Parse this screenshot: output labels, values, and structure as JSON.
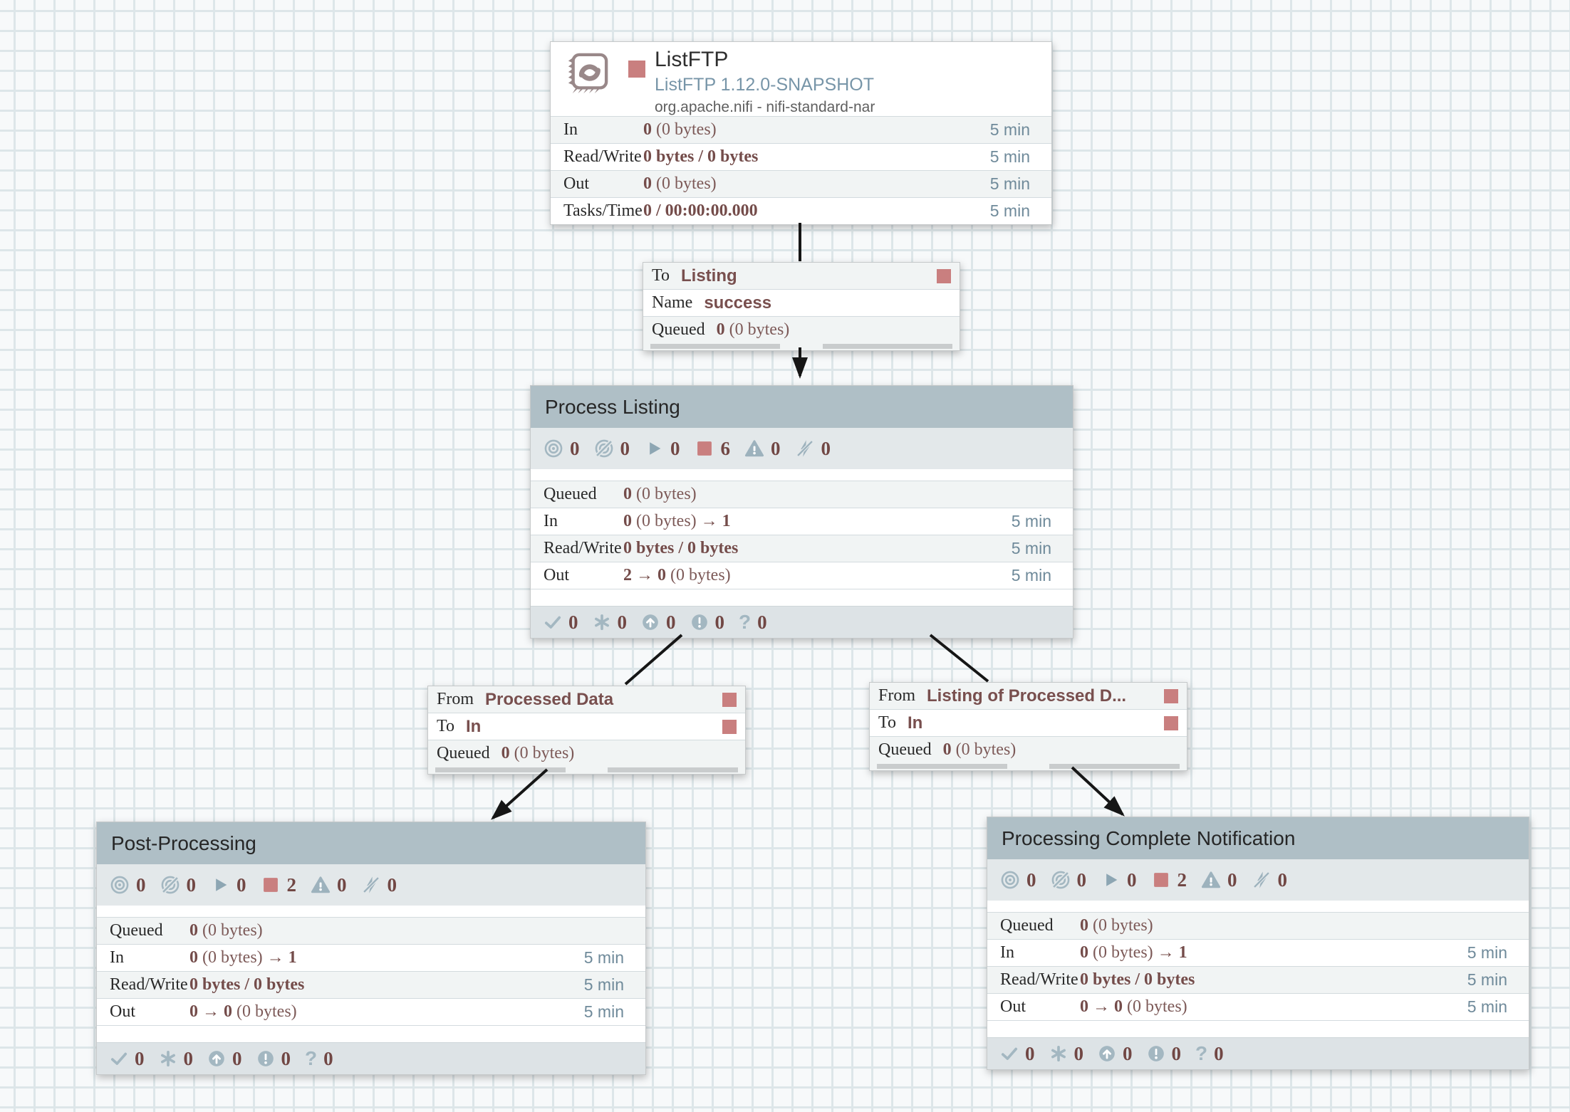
{
  "icons": {
    "question_glyph": "?"
  },
  "processor": {
    "name": "ListFTP",
    "type": "ListFTP 1.12.0-SNAPSHOT",
    "bundle": "org.apache.nifi - nifi-standard-nar",
    "stats": [
      {
        "label": "In",
        "b1": "0",
        "mid": " (0 bytes)",
        "b2": "",
        "window": "5 min"
      },
      {
        "label": "Read/Write",
        "b1": "0 bytes / 0 bytes",
        "mid": "",
        "b2": "",
        "window": "5 min"
      },
      {
        "label": "Out",
        "b1": "0",
        "mid": " (0 bytes)",
        "b2": "",
        "window": "5 min"
      },
      {
        "label": "Tasks/Time",
        "b1": "0 / 00:00:00.000",
        "mid": "",
        "b2": "",
        "window": "5 min"
      }
    ]
  },
  "connections": {
    "listing": {
      "rows": [
        {
          "label": "To",
          "name": "Listing"
        },
        {
          "label": "Name",
          "name": "success"
        }
      ],
      "queued": {
        "label": "Queued",
        "b1": "0",
        "mid": " (0 bytes)"
      }
    },
    "processed_data": {
      "rows": [
        {
          "label": "From",
          "name": "Processed Data"
        },
        {
          "label": "To",
          "name": "In"
        }
      ],
      "queued": {
        "label": "Queued",
        "b1": "0",
        "mid": " (0 bytes)"
      }
    },
    "listing_processed": {
      "rows": [
        {
          "label": "From",
          "name": "Listing of Processed D..."
        },
        {
          "label": "To",
          "name": "In"
        }
      ],
      "queued": {
        "label": "Queued",
        "b1": "0",
        "mid": " (0 bytes)"
      }
    }
  },
  "groups": {
    "process_listing": {
      "title": "Process Listing",
      "status": {
        "transmitting": "0",
        "not_transmitting": "0",
        "running": "0",
        "stopped": "6",
        "invalid": "0",
        "disabled": "0"
      },
      "stats": [
        {
          "label": "Queued",
          "b1": "0",
          "mid": " (0 bytes)",
          "b2": "",
          "window": ""
        },
        {
          "label": "In",
          "b1": "0",
          "mid": " (0 bytes) ",
          "b2": "→ 1",
          "window": "5 min"
        },
        {
          "label": "Read/Write",
          "b1": "0 bytes / 0 bytes",
          "mid": "",
          "b2": "",
          "window": "5 min"
        },
        {
          "label": "Out",
          "b1": "2 → 0",
          "mid": " (0 bytes)",
          "b2": "",
          "window": "5 min"
        }
      ],
      "versions": {
        "up_to_date": "0",
        "locally_modified": "0",
        "stale": "0",
        "locally_modified_stale": "0",
        "sync_failure": "0"
      }
    },
    "post_processing": {
      "title": "Post-Processing",
      "status": {
        "transmitting": "0",
        "not_transmitting": "0",
        "running": "0",
        "stopped": "2",
        "invalid": "0",
        "disabled": "0"
      },
      "stats": [
        {
          "label": "Queued",
          "b1": "0",
          "mid": " (0 bytes)",
          "b2": "",
          "window": ""
        },
        {
          "label": "In",
          "b1": "0",
          "mid": " (0 bytes) ",
          "b2": "→ 1",
          "window": "5 min"
        },
        {
          "label": "Read/Write",
          "b1": "0 bytes / 0 bytes",
          "mid": "",
          "b2": "",
          "window": "5 min"
        },
        {
          "label": "Out",
          "b1": "0 → 0",
          "mid": " (0 bytes)",
          "b2": "",
          "window": "5 min"
        }
      ],
      "versions": {
        "up_to_date": "0",
        "locally_modified": "0",
        "stale": "0",
        "locally_modified_stale": "0",
        "sync_failure": "0"
      }
    },
    "processing_complete": {
      "title": "Processing Complete Notification",
      "status": {
        "transmitting": "0",
        "not_transmitting": "0",
        "running": "0",
        "stopped": "2",
        "invalid": "0",
        "disabled": "0"
      },
      "stats": [
        {
          "label": "Queued",
          "b1": "0",
          "mid": " (0 bytes)",
          "b2": "",
          "window": ""
        },
        {
          "label": "In",
          "b1": "0",
          "mid": " (0 bytes) ",
          "b2": "→ 1",
          "window": "5 min"
        },
        {
          "label": "Read/Write",
          "b1": "0 bytes / 0 bytes",
          "mid": "",
          "b2": "",
          "window": "5 min"
        },
        {
          "label": "Out",
          "b1": "0 → 0",
          "mid": " (0 bytes)",
          "b2": "",
          "window": "5 min"
        }
      ],
      "versions": {
        "up_to_date": "0",
        "locally_modified": "0",
        "stale": "0",
        "locally_modified_stale": "0",
        "sync_failure": "0"
      }
    }
  },
  "colors": {
    "stopped_red": "#c97f7f",
    "status_blue_gray": "#a3b7c1",
    "value_maroon": "#744c4a",
    "group_header": "#afbfc6",
    "window_slate": "#6f8a9a"
  }
}
